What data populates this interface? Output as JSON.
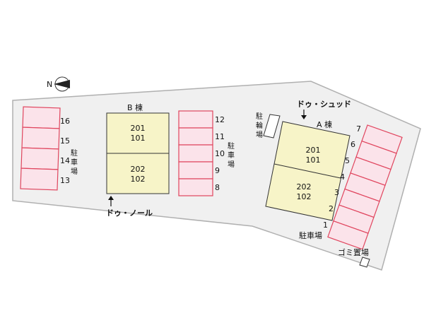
{
  "compass": {
    "label": "N",
    "icon": "north-arrow-icon"
  },
  "building_b": {
    "name": "B 棟",
    "upper_units": [
      "201",
      "101"
    ],
    "lower_units": [
      "202",
      "102"
    ],
    "entrance_label": "ドゥ・ノール"
  },
  "building_a": {
    "name": "A 棟",
    "upper_units": [
      "201",
      "101"
    ],
    "lower_units": [
      "202",
      "102"
    ],
    "entrance_label": "ドゥ・シュッド"
  },
  "parking_left": {
    "label": [
      "駐",
      "車",
      "場"
    ],
    "spaces": [
      "16",
      "15",
      "14",
      "13"
    ]
  },
  "parking_middle": {
    "label": [
      "駐",
      "車",
      "場"
    ],
    "spaces": [
      "12",
      "11",
      "10",
      "9",
      "8"
    ]
  },
  "parking_right": {
    "label": "駐車場",
    "spaces": [
      "7",
      "6",
      "5",
      "4",
      "3",
      "2",
      "1"
    ]
  },
  "bike_parking": {
    "label": [
      "駐",
      "輪",
      "場"
    ]
  },
  "garbage": {
    "label": "ゴミ置場"
  },
  "colors": {
    "parking_fill": "#fbe3ea",
    "parking_border": "#e0455e",
    "building_fill": "#f7f4c8",
    "lot_fill": "#f0f0f0"
  }
}
